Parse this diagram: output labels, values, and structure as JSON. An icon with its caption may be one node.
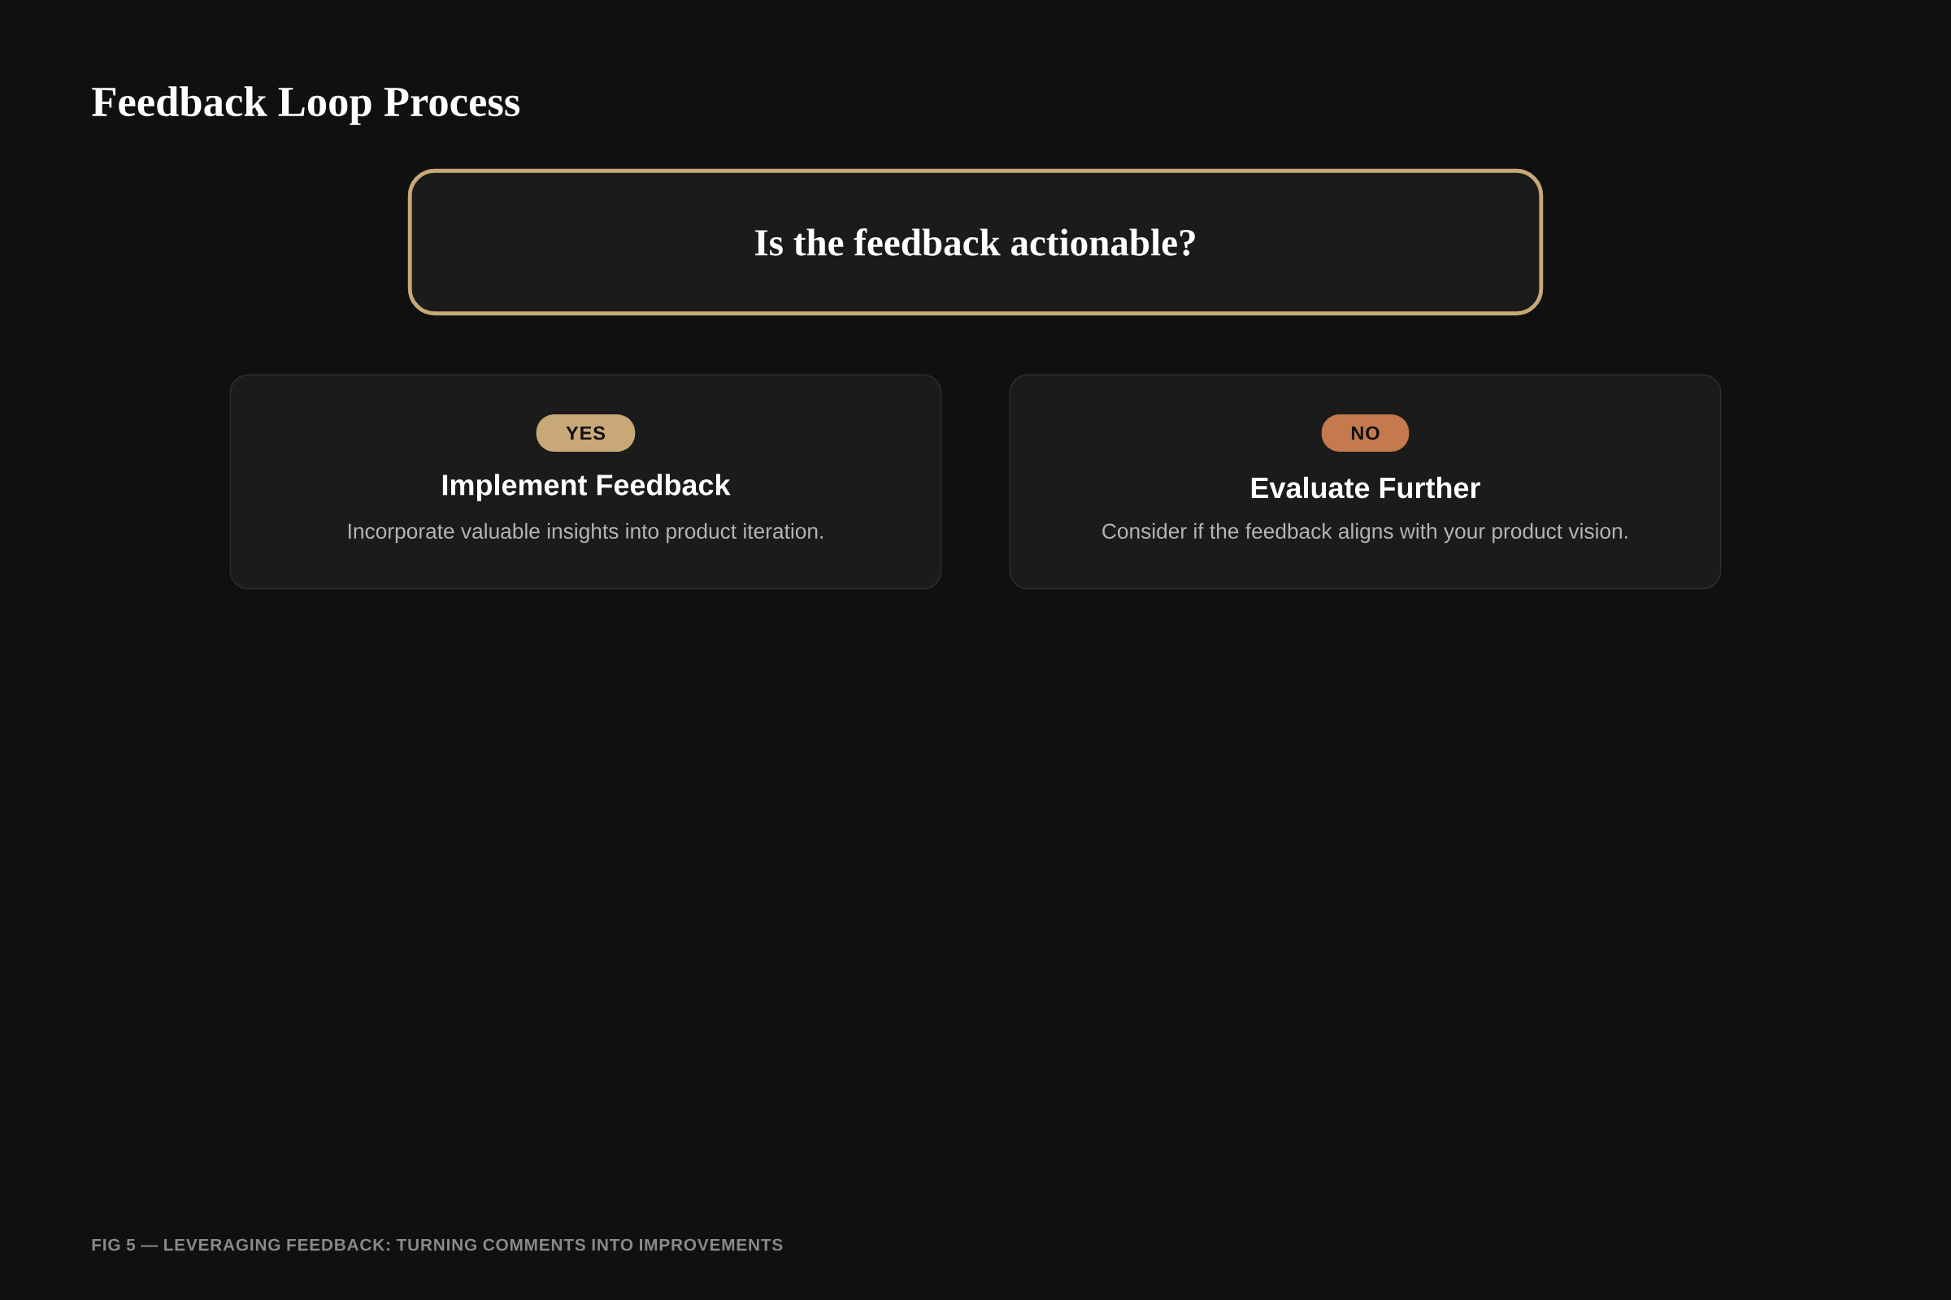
{
  "diagram": {
    "title": "Feedback Loop Process",
    "caption": "FIG 5 — LEVERAGING FEEDBACK: TURNING COMMENTS INTO IMPROVEMENTS",
    "nodes": [
      {
        "text": [
          "Is the feedback actionable?"
        ]
      },
      {
        "text": [
          "Implement Feedback",
          "Incorporate valuable insights into product iteration."
        ]
      },
      {
        "text": [
          "YES"
        ],
        "in": 1
      },
      {
        "text": [
          "Evaluate Further",
          "Consider if the feedback aligns with your product vision."
        ]
      },
      {
        "text": [
          "NO"
        ],
        "in": 3
      }
    ]
  }
}
